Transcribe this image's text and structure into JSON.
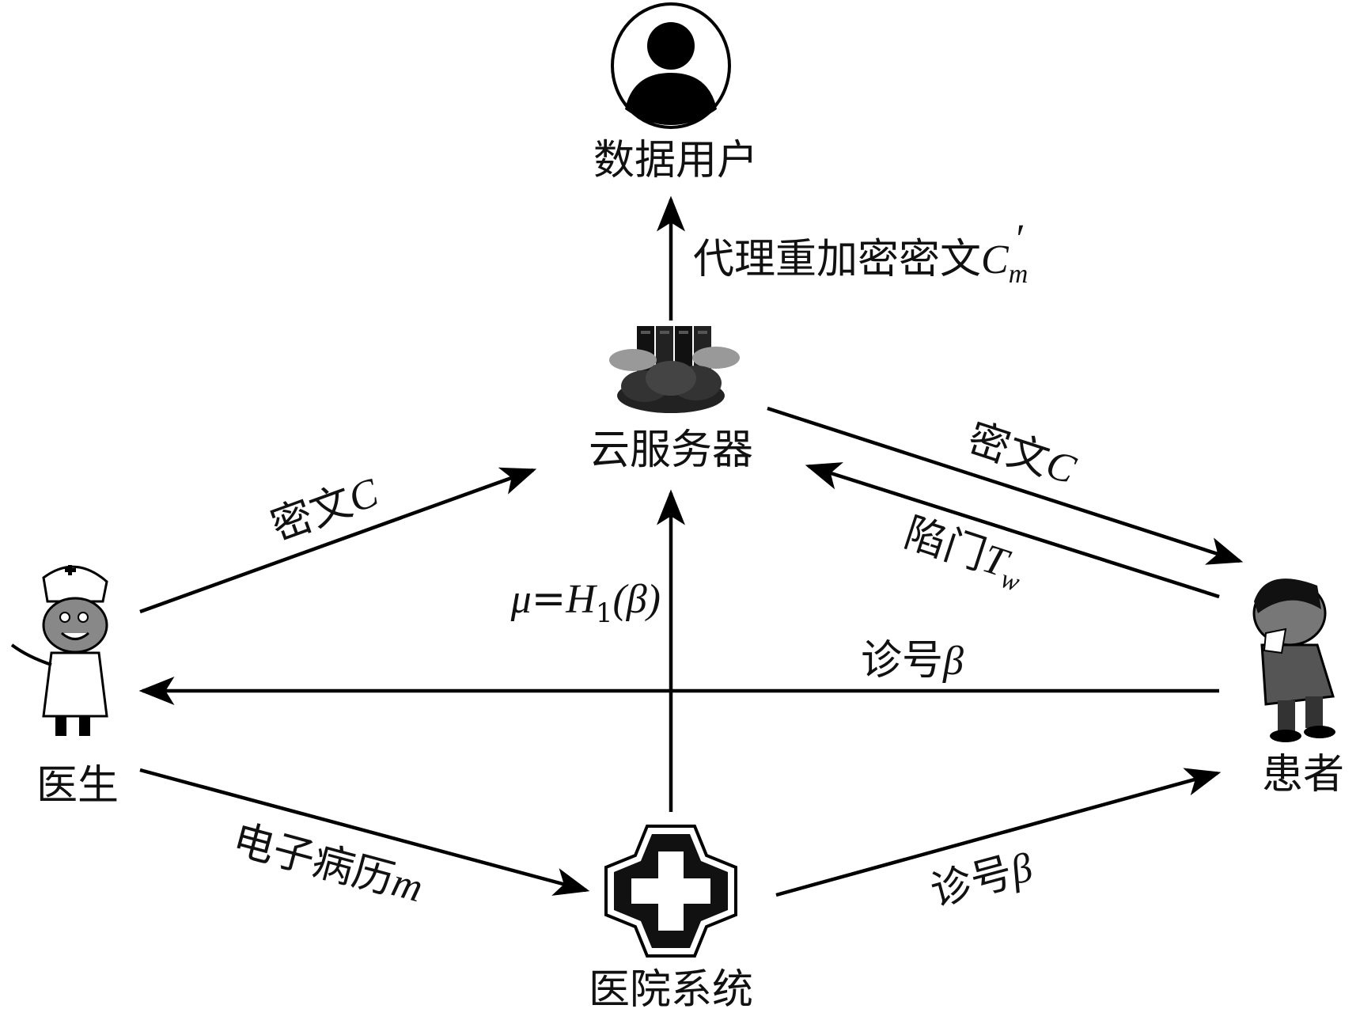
{
  "nodes": {
    "data_user": "数据用户",
    "cloud_server": "云服务器",
    "doctor": "医生",
    "patient": "患者",
    "hospital_system": "医院系统"
  },
  "edges": {
    "reencrypted": {
      "text": "代理重加密密文",
      "sym": "C",
      "sub": "m",
      "prime": "′"
    },
    "doctor_to_cloud": {
      "text": "密文",
      "sym": "C"
    },
    "cloud_to_patient": {
      "text": "密文",
      "sym": "C"
    },
    "trapdoor": {
      "text": "陷门",
      "sym": "T",
      "sub": "w"
    },
    "hash": {
      "mu": "μ",
      "eq": "=",
      "h": "H",
      "sub": "1",
      "arg": "(β)"
    },
    "patient_to_doctor": {
      "text": "诊号",
      "sym": "β"
    },
    "emr": {
      "text": "电子病历",
      "sym": "m"
    },
    "hospital_to_patient": {
      "text": "诊号",
      "sym": "β"
    }
  },
  "icons": [
    "user-icon",
    "cloud-server-icon",
    "doctor-icon",
    "patient-icon",
    "hospital-cross-icon"
  ],
  "colors": {
    "line": "#000000",
    "background": "#ffffff"
  }
}
